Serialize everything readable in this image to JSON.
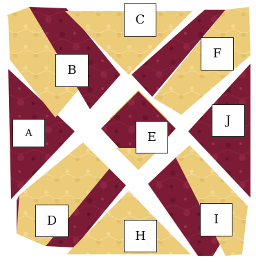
{
  "colors": {
    "background": "#ffffff",
    "tan": "#eccb79",
    "tan_light": "#f3d98f",
    "maroon": "#7b1b36",
    "maroon_dark": "#5e0f25",
    "label_border": "#222222",
    "label_text": "#111111"
  },
  "labels": {
    "a": "A",
    "b": "B",
    "c": "C",
    "d": "D",
    "e": "E",
    "f": "F",
    "h": "H",
    "i": "I",
    "j": "J"
  }
}
